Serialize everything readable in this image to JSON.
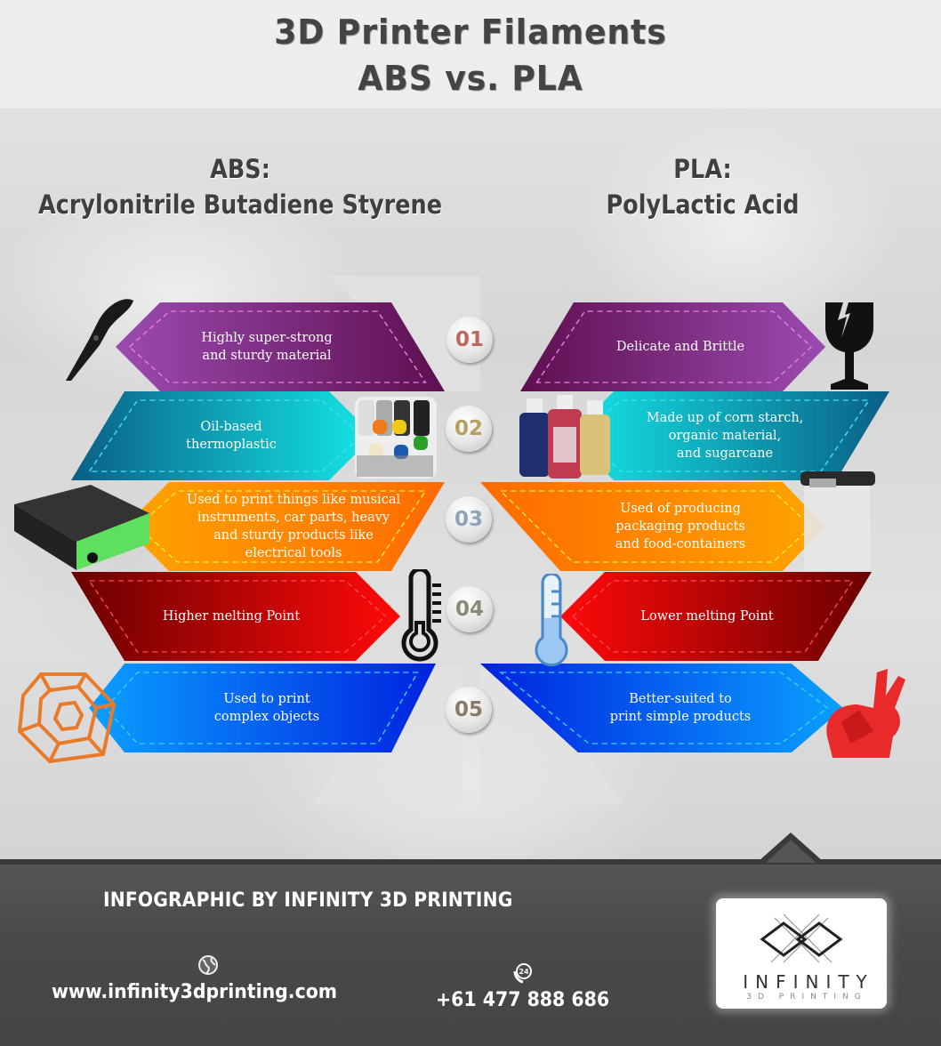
{
  "header": {
    "title_line1": "3D Printer Filaments",
    "title_line2": "ABS vs. PLA"
  },
  "columns": {
    "left": {
      "abbr": "ABS:",
      "name": "Acrylonitrile Butadiene Styrene"
    },
    "right": {
      "abbr": "PLA:",
      "name": "PolyLactic Acid"
    }
  },
  "rows": [
    {
      "number": "01",
      "number_color": "#c0655e",
      "abs": "Highly super-strong\nand sturdy material",
      "pla": "Delicate and Brittle",
      "colors": {
        "light": "#9b4bb0",
        "dark": "#5e0f4f",
        "dash": "#f07be0"
      },
      "abs_icon": "knife-icon",
      "pla_icon": "fragile-glass-icon"
    },
    {
      "number": "02",
      "number_color": "#b8a060",
      "abs": "Oil-based\nthermoplastic",
      "pla": "Made up of corn starch,\norganic material,\nand sugarcane",
      "colors": {
        "light": "#14e6e6",
        "dark": "#0a5f86",
        "dash": "#3fe0ff"
      },
      "abs_icon": "spray-cans-icon",
      "pla_icon": "bottles-icon"
    },
    {
      "number": "03",
      "number_color": "#8ea3b8",
      "abs": "Used to print things like musical\ninstruments, car parts, heavy\nand sturdy products like\nelectrical tools",
      "pla": "Used of producing\npackaging products\nand food-containers",
      "colors": {
        "light": "#ffa500",
        "dark": "#ff6a00",
        "dash": "#ffee33"
      },
      "abs_icon": "electronics-box-icon",
      "pla_icon": "food-container-icon"
    },
    {
      "number": "04",
      "number_color": "#8a8a78",
      "abs": "Higher melting Point",
      "pla": "Lower melting Point",
      "colors": {
        "light": "#ff0a0a",
        "dark": "#6a0000",
        "dash": "#ff4a4a"
      },
      "abs_icon": "thermometer-high-icon",
      "pla_icon": "thermometer-low-icon"
    },
    {
      "number": "05",
      "number_color": "#8a7a6a",
      "abs": "Used to print\ncomplex objects",
      "pla": "Better-suited to\nprint simple products",
      "colors": {
        "light": "#0aa0ff",
        "dark": "#0022e0",
        "dash": "#3fd0ff"
      },
      "abs_icon": "lattice-object-icon",
      "pla_icon": "bunny-model-icon"
    }
  ],
  "footer": {
    "credit": "INFOGRAPHIC BY INFINITY 3D PRINTING",
    "website": "www.infinity3dprinting.com",
    "phone": "+61 477 888 686",
    "logo_word": "INFINITY",
    "logo_sub": "3D PRINTING"
  }
}
